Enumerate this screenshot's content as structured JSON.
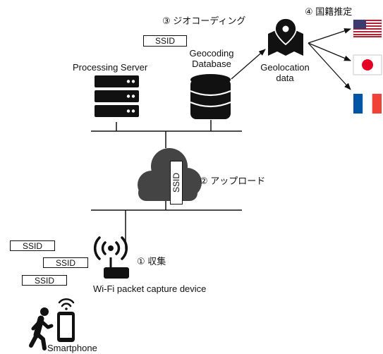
{
  "steps": {
    "geocoding": "③ ジオコーディング",
    "nationality": "④ 国籍推定",
    "upload": "② アップロード",
    "collect": "① 収集"
  },
  "nodes": {
    "processing_server": "Processing Server",
    "geocoding_db_line1": "Geocoding",
    "geocoding_db_line2": "Database",
    "geolocation_line1": "Geolocation",
    "geolocation_line2": "data",
    "capture_device": "Wi-Fi packet capture device",
    "smartphone": "Smartphone"
  },
  "ssid_labels": {
    "db": "SSID",
    "cloud": "SSID",
    "probe_1": "SSID",
    "probe_2": "SSID",
    "probe_3": "SSID"
  },
  "icons": {
    "server": "server-rack-icon",
    "database": "database-icon",
    "map": "map-pin-icon",
    "cloud": "cloud-icon",
    "router": "wifi-router-icon",
    "walker": "walking-person-icon",
    "phone": "smartphone-wifi-icon",
    "flags": [
      "flag-usa-icon",
      "flag-japan-icon",
      "flag-france-icon"
    ]
  },
  "colors": {
    "line": "#111111",
    "cloud": "#444444",
    "usa_red": "#b22234",
    "usa_blue": "#3c3b6e",
    "japan_red": "#e60026",
    "france_blue": "#0055a4",
    "france_red": "#ef4135"
  }
}
